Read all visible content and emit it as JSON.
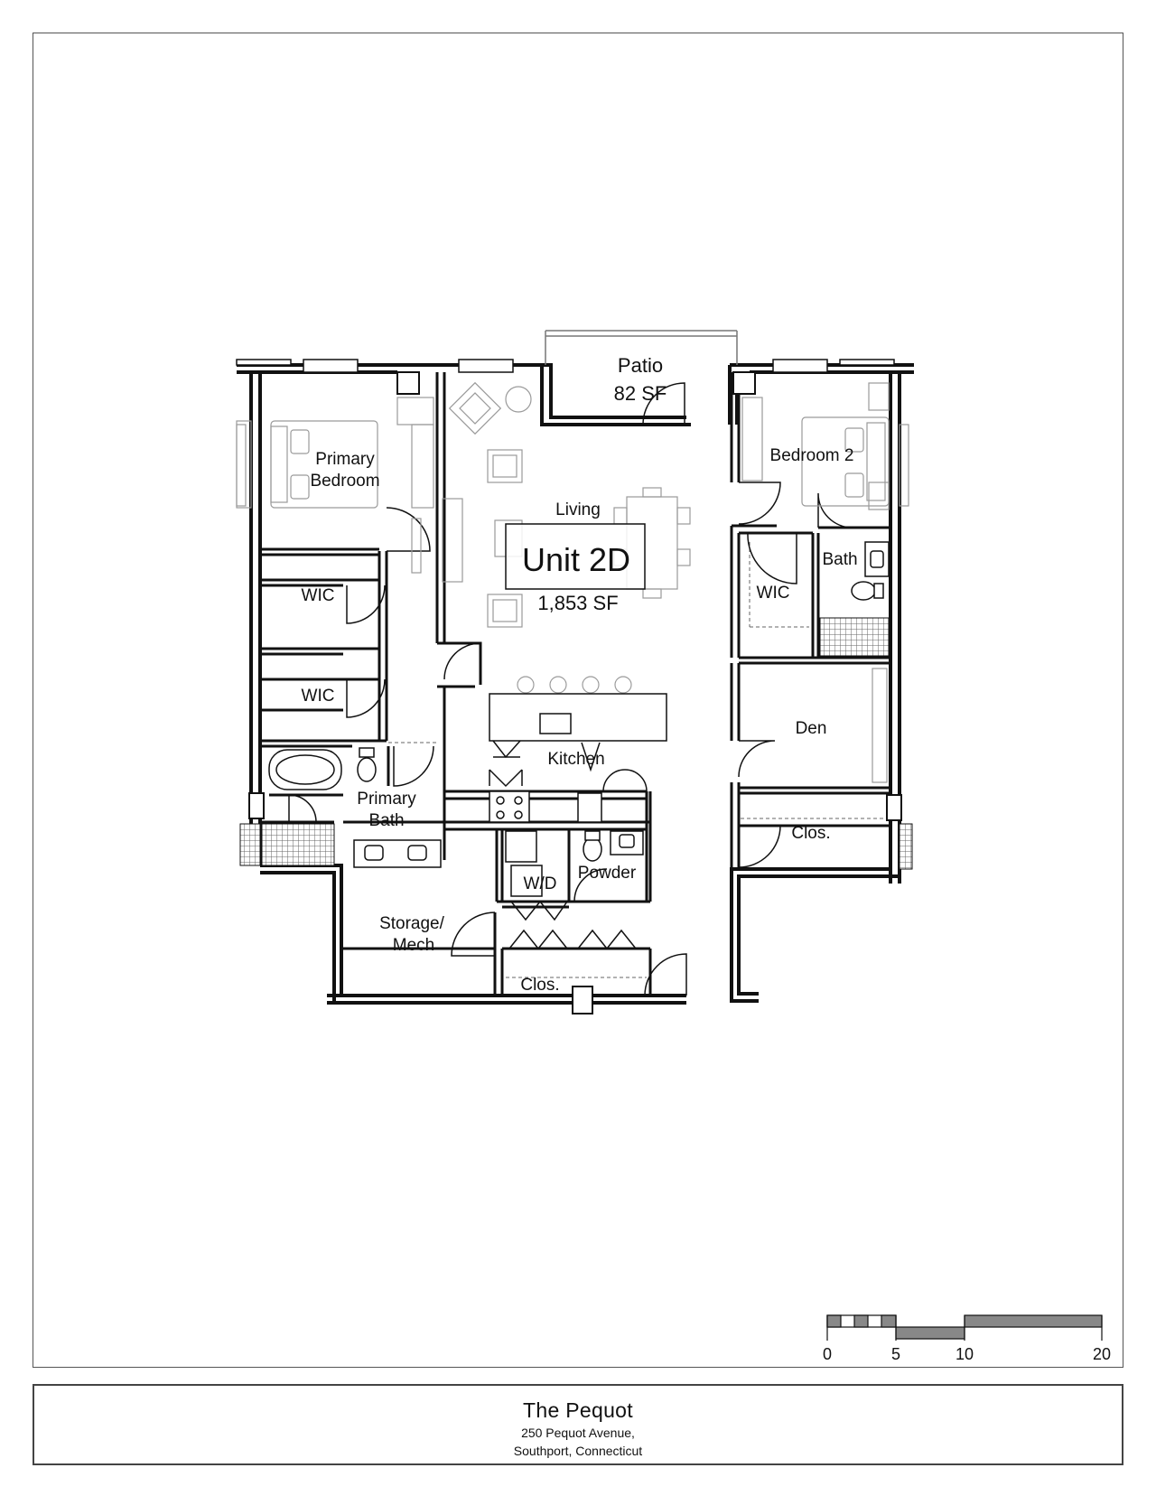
{
  "unit": {
    "name": "Unit 2D",
    "area": "1,853 SF"
  },
  "patio": {
    "name": "Patio",
    "area": "82 SF"
  },
  "rooms": {
    "primary_bedroom": [
      "Primary",
      "Bedroom"
    ],
    "bedroom_2": "Bedroom 2",
    "living": "Living",
    "wic_1": "WIC",
    "wic_2": "WIC",
    "wic_3": "WIC",
    "bath": "Bath",
    "den": "Den",
    "kitchen": "Kitchen",
    "primary_bath": [
      "Primary",
      "Bath"
    ],
    "closet_1": "Clos.",
    "closet_2": "Clos.",
    "wd": "W/D",
    "powder": "Powder",
    "storage_mech": [
      "Storage/",
      "Mech"
    ]
  },
  "scale_bar": {
    "ticks": [
      "0",
      "5",
      "10",
      "20"
    ]
  },
  "title_block": {
    "project": "The Pequot",
    "address_line1": "250 Pequot Avenue,",
    "address_line2": "Southport, Connecticut"
  }
}
